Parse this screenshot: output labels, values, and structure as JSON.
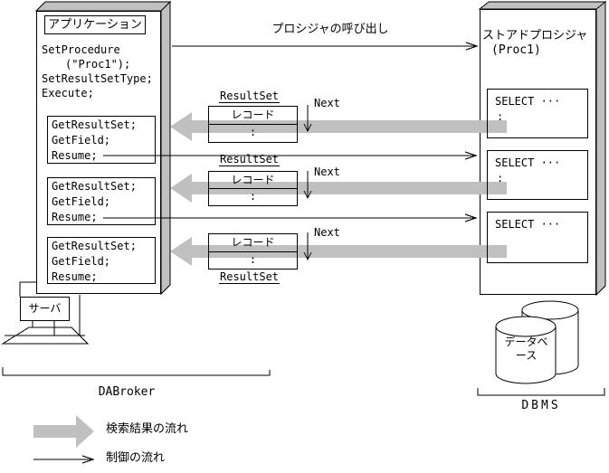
{
  "app_box": {
    "title": "アプリケーション",
    "code_lines": [
      "SetProcedure",
      "(\"Proc1\");",
      "SetResultSetType;",
      "Execute;"
    ],
    "handlers": [
      [
        "GetResultSet;",
        "GetField;",
        "Resume;"
      ],
      [
        "GetResultSet;",
        "GetField;",
        "Resume;"
      ],
      [
        "GetResultSet;",
        "GetField;",
        "Resume;"
      ]
    ]
  },
  "proc_box": {
    "title": "ストアドプロシジャ",
    "subtitle": "(Proc1)",
    "select_blocks": [
      {
        "title": "SELECT ···",
        "body": ":"
      },
      {
        "title": "SELECT ···",
        "body": ":"
      },
      {
        "title": "SELECT ···",
        "body": ""
      }
    ]
  },
  "flows": {
    "procedure_call_label": "プロシジャの呼び出し"
  },
  "records": [
    {
      "resultset_label": "ResultSet",
      "record_label": "レコード",
      "dots": ":",
      "next_label": "Next",
      "label_position": "above"
    },
    {
      "resultset_label": "ResultSet",
      "record_label": "レコード",
      "dots": ":",
      "next_label": "Next",
      "label_position": "above"
    },
    {
      "resultset_label": "ResultSet",
      "record_label": "レコード",
      "dots": ":",
      "next_label": "Next",
      "label_position": "below"
    }
  ],
  "server": {
    "label": "サーバ"
  },
  "brackets": {
    "dabroker_label": "DABroker",
    "dbms_label": "DBMS"
  },
  "database": {
    "label_line1": "データベ",
    "label_line2": "ース"
  },
  "legend": {
    "result_flow_label": "検索結果の流れ",
    "control_flow_label": "制御の流れ"
  },
  "colors": {
    "line": "#000000",
    "fill_gray": "#c0c0c0",
    "background": "#ffffff"
  }
}
